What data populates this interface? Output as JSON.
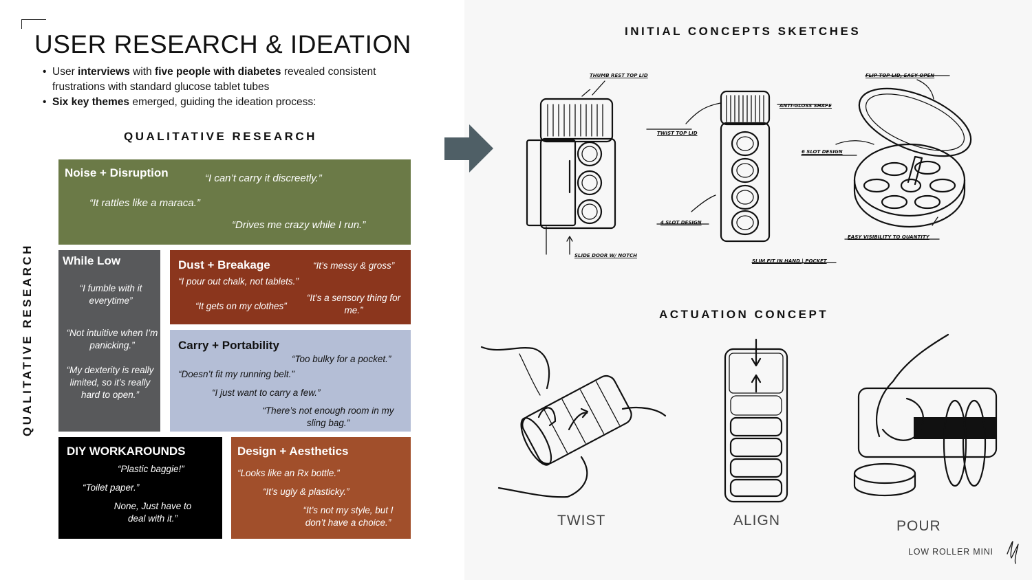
{
  "title": "USER RESEARCH & IDEATION",
  "bullets": {
    "b1_p1": "User ",
    "b1_bold1": "interviews",
    "b1_p2": " with ",
    "b1_bold2": "five people with diabetes",
    "b1_p3": " revealed consistent frustrations with standard glucose tablet tubes",
    "b2_bold": "Six key themes",
    "b2_text": " emerged, guiding the ideation process:"
  },
  "qualitative_heading": "QUALITATIVE RESEARCH",
  "vertical_heading": "QUALITATIVE RESEARCH",
  "themes": {
    "noise": {
      "title": "Noise + Disruption",
      "color": "#6b7a47",
      "quotes": [
        "“I can’t carry it discreetly.”",
        "“It rattles like a maraca.”",
        "“Drives me crazy while I run.”"
      ]
    },
    "while_low": {
      "title": "While Low",
      "color": "#58595b",
      "quotes": [
        "“I fumble with it everytime”",
        "“Not intuitive when I’m panicking.”",
        "“My dexterity is really limited, so it’s really hard to open.”"
      ]
    },
    "dust": {
      "title": "Dust + Breakage",
      "color": "#8b361d",
      "quotes": [
        "“It’s messy & gross”",
        "“I pour out chalk, not tablets.”",
        "“It gets on my clothes”",
        "“It’s a sensory thing for me.”"
      ]
    },
    "carry": {
      "title": "Carry + Portability",
      "color": "#b4bed6",
      "quotes": [
        "“Too bulky for a pocket.”",
        "“Doesn’t fit my running belt.”",
        "“I just want to carry a few.”",
        "“There’s not enough room in my sling bag.”"
      ]
    },
    "diy": {
      "title": "DIY WORKAROUNDS",
      "color": "#000000",
      "quotes": [
        "“Plastic baggie!”",
        "“Toilet paper.”",
        "None, Just have to deal with it.”"
      ]
    },
    "design": {
      "title": "Design + Aesthetics",
      "color": "#a14f2b",
      "quotes": [
        "“Looks like an Rx bottle.”",
        "“It’s ugly & plasticky.”",
        "“It’s not my style, but I don’t have a choice.”"
      ]
    }
  },
  "arrow_color": "#4f5f66",
  "sketches_heading": "INITIAL CONCEPTS SKETCHES",
  "sketch_notes": {
    "thumb_rest": "THUMB REST TOP LID",
    "slide_door": "SLIDE DOOR W/ NOTCH",
    "twist_top": "TWIST TOP LID",
    "dial_shape": "ANTI-GLOSS SHAPE",
    "slot_4": "4 SLOT DESIGN",
    "slim_fit": "SLIM FIT IN HAND | POCKET",
    "flip_top": "FLIP TOP LID, EASY OPEN",
    "slot_6": "6 SLOT DESIGN",
    "easy_visibility": "EASY VISIBILITY TO QUANTITY"
  },
  "actuation_heading": "ACTUATION CONCEPT",
  "actuation_labels": [
    "TWIST",
    "ALIGN",
    "POUR"
  ],
  "brand": "LOW ROLLER MINI",
  "icons": {
    "arrow": "right-arrow-icon",
    "signature": "signature-icon"
  }
}
